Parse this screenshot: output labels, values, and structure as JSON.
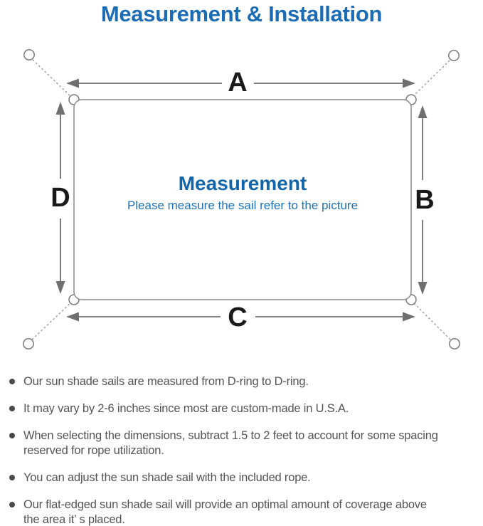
{
  "title": "Measurement & Installation",
  "diagram": {
    "labels": {
      "a": "A",
      "b": "B",
      "c": "C",
      "d": "D"
    },
    "center": {
      "heading": "Measurement",
      "subheading": "Please measure the sail refer to the picture"
    },
    "colors": {
      "accent_blue": "#1b6cb4",
      "heading_blue": "#1165aa",
      "line_gray": "#6f6f6f",
      "text_gray": "#545454"
    }
  },
  "bullets": {
    "items": [
      {
        "lines": [
          "Our sun shade sails are measured from D-ring to D-ring."
        ]
      },
      {
        "lines": [
          "It may vary by 2-6 inches since most are custom-made in U.S.A."
        ]
      },
      {
        "lines": [
          "When selecting the dimensions, subtract 1.5 to 2 feet to account for some spacing",
          "reserved for rope utilization."
        ]
      },
      {
        "lines": [
          "You can adjust the sun shade sail with the included rope."
        ]
      },
      {
        "lines": [
          "Our flat-edged sun shade sail will provide an optimal amount of coverage above",
          "the area it’ s placed."
        ]
      }
    ]
  }
}
